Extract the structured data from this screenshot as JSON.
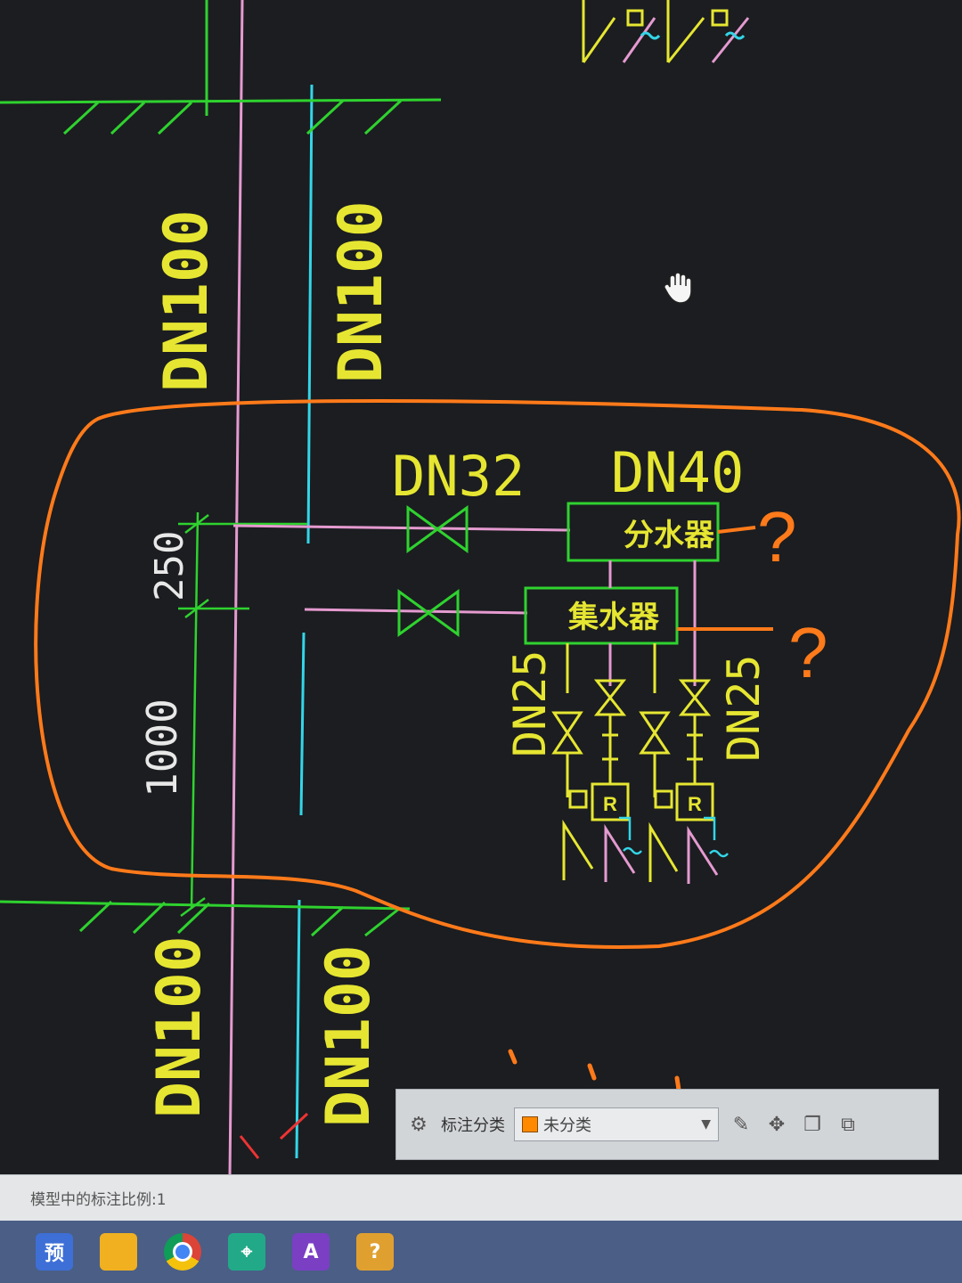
{
  "drawing": {
    "pipe_labels": {
      "dn100_a": "DN100",
      "dn100_b": "DN100",
      "dn100_c": "DN100",
      "dn100_d": "DN100",
      "dn32": "DN32",
      "dn40": "DN40",
      "dn25_left": "DN25",
      "dn25_right": "DN25"
    },
    "dimensions": {
      "top": "250",
      "bottom": "1000"
    },
    "components": {
      "distributor": "分水器",
      "collector": "集水器",
      "valve_tag": "R"
    },
    "handwritten": {
      "q1": "?",
      "q2": "?"
    }
  },
  "toolbar": {
    "label": "标注分类",
    "selected": "未分类",
    "icons": [
      "classify-icon",
      "edit-icon",
      "move-icon",
      "copy-icon",
      "layers-icon"
    ]
  },
  "status_bar": {
    "text": "模型中的标注比例:1"
  },
  "taskbar": {
    "apps": [
      {
        "name": "preview-app-icon",
        "label": "预",
        "color": "#3d6fd6"
      },
      {
        "name": "folder-app-icon",
        "label": "",
        "color": "#f0b020"
      },
      {
        "name": "chrome-app-icon",
        "label": "",
        "color": "#ffffff"
      },
      {
        "name": "cad-app-icon",
        "label": "",
        "color": "#22aa88"
      },
      {
        "name": "autocad-app-icon",
        "label": "A",
        "color": "#7b3fc4"
      },
      {
        "name": "help-app-icon",
        "label": "?",
        "color": "#e0a030"
      }
    ]
  },
  "colors": {
    "background": "#1b1d20",
    "yellow": "#e6e632",
    "green": "#2fd22f",
    "pink": "#e59ad0",
    "cyan": "#33d6e8",
    "white": "#e8e8e8",
    "orange_marker": "#ff7a1a"
  }
}
